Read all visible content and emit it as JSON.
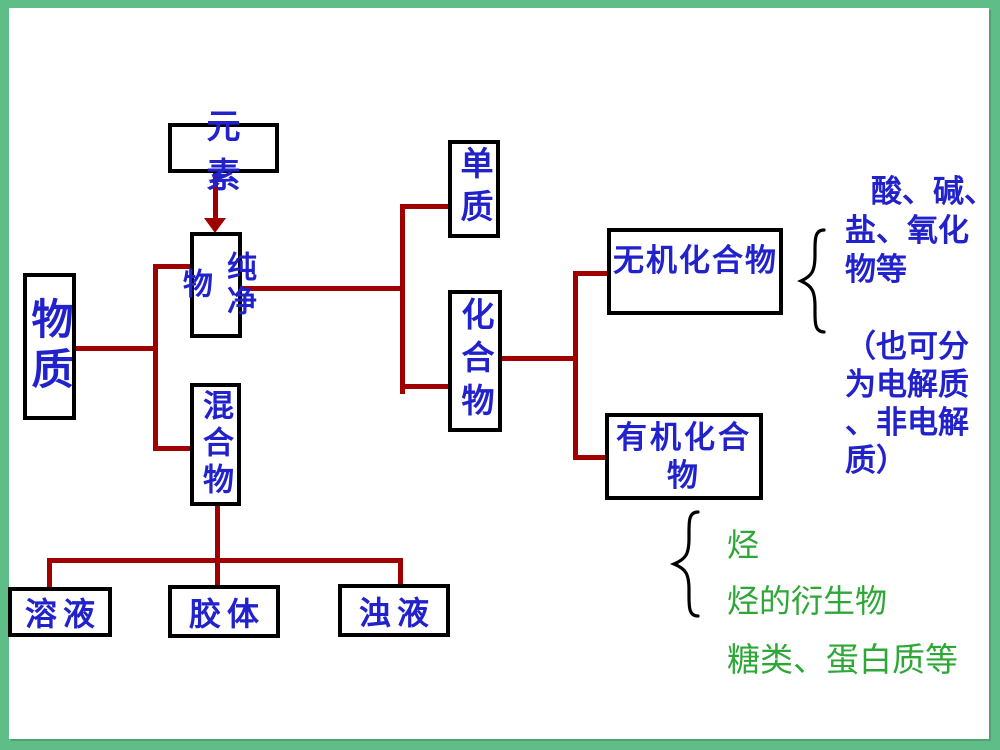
{
  "boxes": {
    "element": "元素",
    "matter": "物质",
    "pure_substance": "纯净物",
    "mixture": "混合物",
    "simple_substance": "单质",
    "compound": "化合物",
    "inorganic_compound": "无机化合物",
    "organic_compound": "有机化合物",
    "solution": "溶液",
    "colloid": "胶体",
    "turbid_liquid": "浊液"
  },
  "annotations": {
    "inorganic_examples_lines": [
      "酸、碱、",
      "盐、氧化",
      "物等"
    ],
    "electrolyte_note_lines": [
      "（也可分",
      "为电解质",
      "、非电解",
      "质）"
    ],
    "organic_examples": [
      "烃",
      "烃的衍生物",
      "糖类、蛋白质等"
    ]
  },
  "icons": {
    "brace_inorganic": "curly-brace-left",
    "brace_organic": "curly-brace-left"
  },
  "colors": {
    "frame_green": "#5fbe87",
    "connector_red": "#a00000",
    "box_text_blue": "#2222cc",
    "example_text_green": "#2da836",
    "box_border_black": "#000000"
  }
}
